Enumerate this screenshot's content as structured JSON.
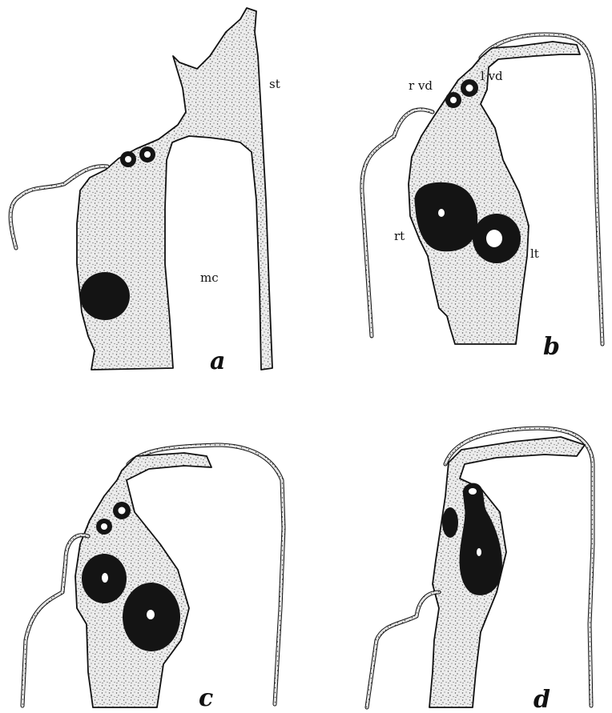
{
  "panels": {
    "a": {
      "letter": "a",
      "labels": {
        "st": "st",
        "mc": "mc"
      }
    },
    "b": {
      "letter": "b",
      "labels": {
        "rvd": "r vd",
        "lvd": "l vd",
        "rt": "rt",
        "lt": "lt"
      }
    },
    "c": {
      "letter": "c"
    },
    "d": {
      "letter": "d"
    }
  }
}
